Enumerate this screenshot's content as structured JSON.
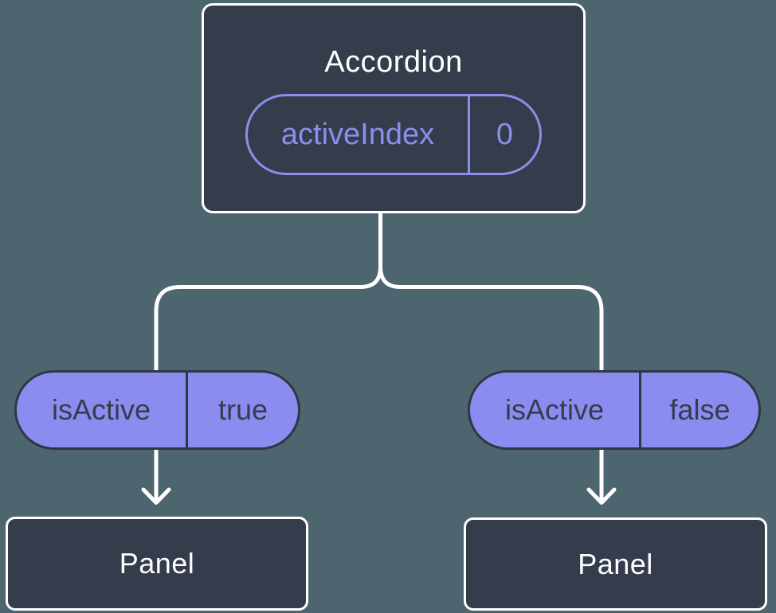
{
  "theme": {
    "bg": "#4D656E",
    "node-dark": "#353D4D",
    "node-border": "#FFFFFF",
    "accent": "#8A8FEC",
    "pill-fill": "#8B8CEF",
    "pill-border": "#2F3644",
    "pill-text": "#353D4D",
    "connector": "#FFFFFF"
  },
  "diagram": {
    "root": {
      "title": "Accordion",
      "prop": {
        "name": "activeIndex",
        "value": "0"
      }
    },
    "branches": [
      {
        "prop": {
          "name": "isActive",
          "value": "true"
        },
        "child": {
          "title": "Panel"
        }
      },
      {
        "prop": {
          "name": "isActive",
          "value": "false"
        },
        "child": {
          "title": "Panel"
        }
      }
    ]
  }
}
